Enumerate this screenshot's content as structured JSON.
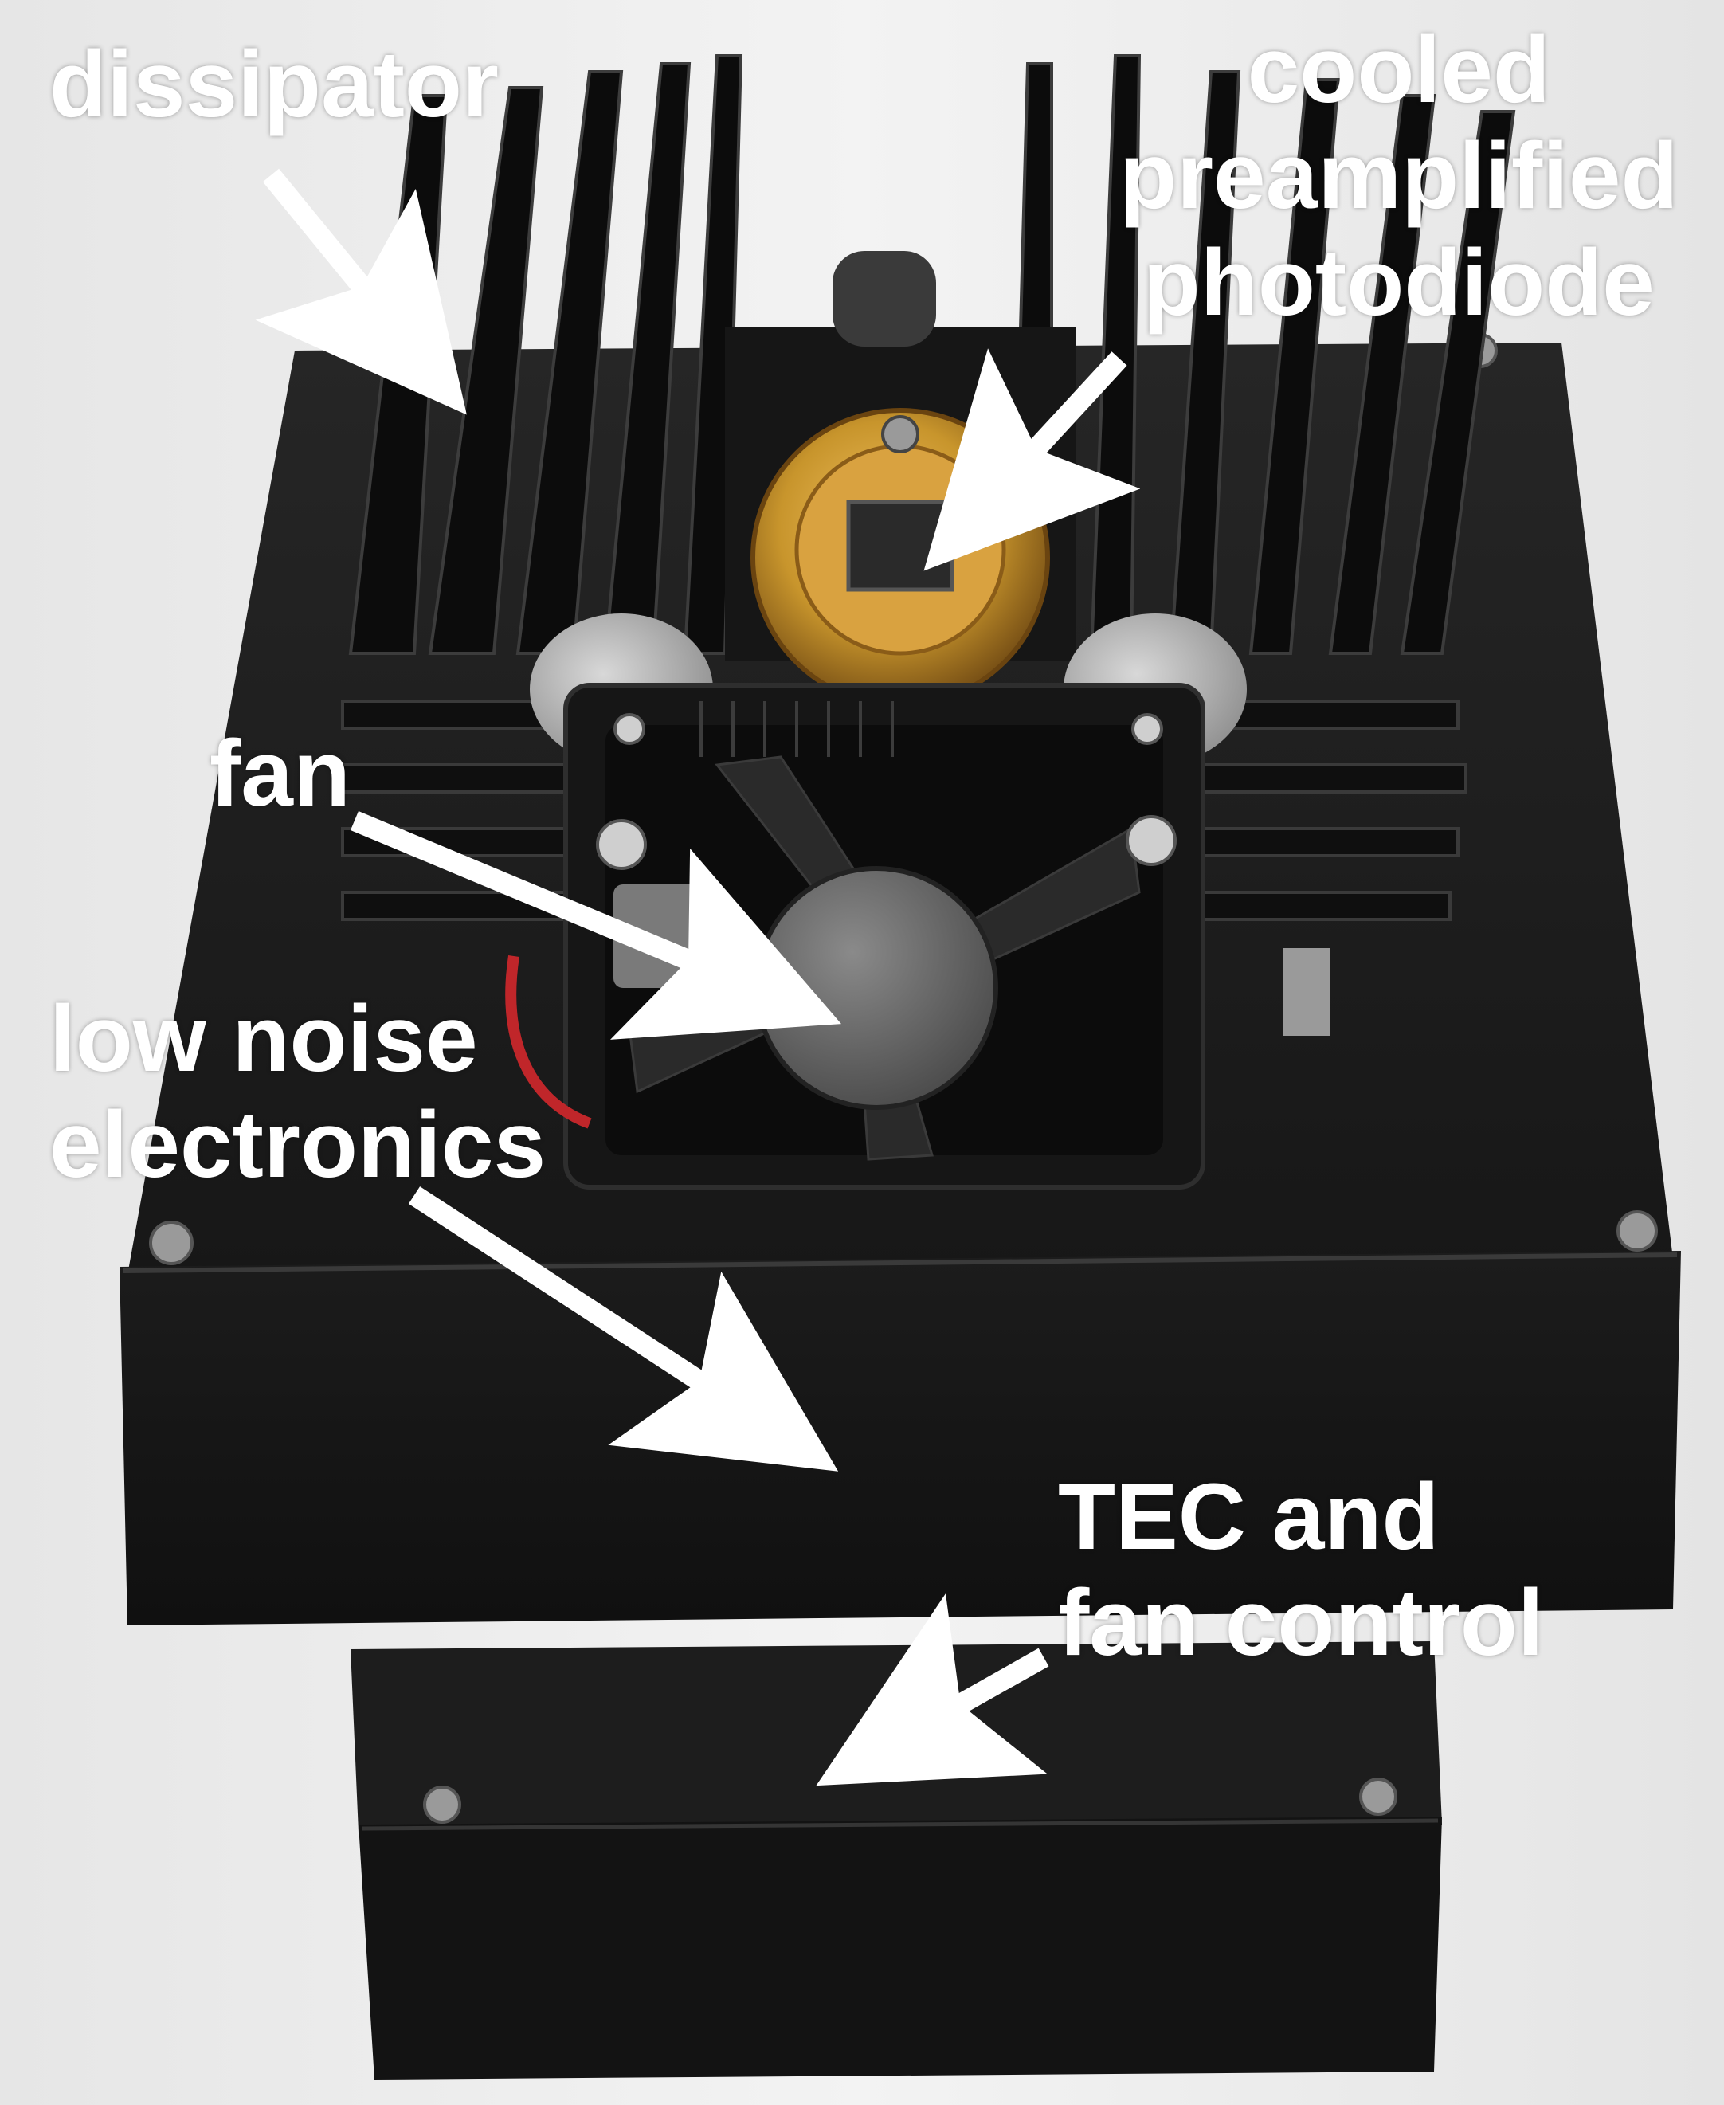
{
  "labels": {
    "dissipator": [
      "dissipator"
    ],
    "photodiode": [
      "cooled",
      "preamplified",
      "photodiode"
    ],
    "fan": [
      "fan"
    ],
    "electronics": [
      "low noise",
      "electronics"
    ],
    "tec": [
      "TEC and",
      "fan control"
    ]
  },
  "colors": {
    "background": "#efefef",
    "housing": "#141414",
    "heatsink": "#0e0e0e",
    "gold": "#c8952c",
    "label": "#ffffff"
  },
  "icons": {
    "arrow": "white-arrow-icon"
  }
}
